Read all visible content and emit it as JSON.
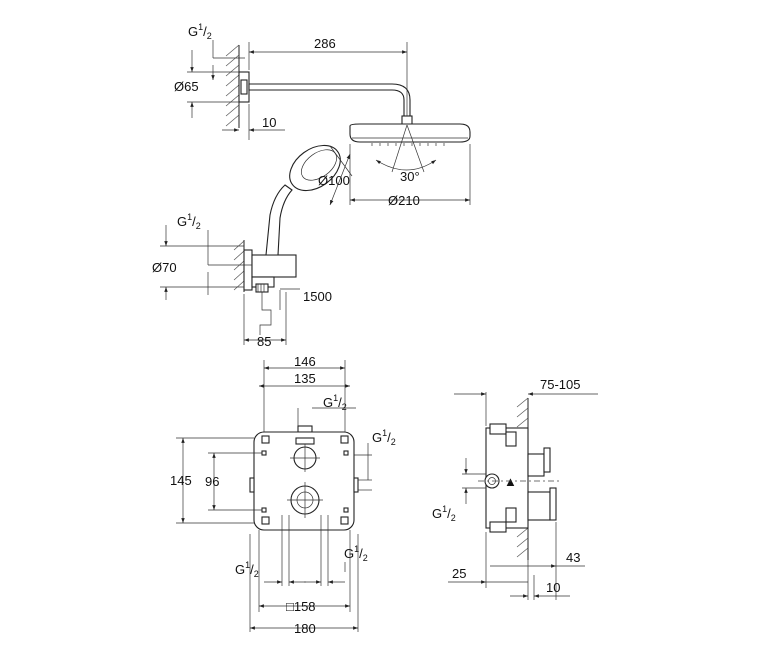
{
  "shower_head": {
    "inlet_thread": {
      "base": "G",
      "numerator": "1",
      "denominator": "2"
    },
    "flange_diameter": "Ø65",
    "arm_length": "286",
    "wall_offset": "10",
    "head_diameter": "Ø210",
    "tilt_angle": "30°"
  },
  "hand_shower": {
    "diameter": "Ø100",
    "elbow_thread": {
      "base": "G",
      "numerator": "1",
      "denominator": "2"
    },
    "elbow_diameter": "Ø70",
    "hose_length": "1500",
    "elbow_depth": "85"
  },
  "thermostat_front": {
    "width_inner": "146",
    "hole_spacing": "135",
    "height": "145",
    "center_spacing": "96",
    "outlet_thread_top": {
      "base": "G",
      "numerator": "1",
      "denominator": "2"
    },
    "outlet_thread_right": {
      "base": "G",
      "numerator": "1",
      "denominator": "2"
    },
    "inlet_thread_left": {
      "base": "G",
      "numerator": "1",
      "denominator": "2"
    },
    "inlet_thread_right": {
      "base": "G",
      "numerator": "1",
      "denominator": "2"
    },
    "plate_size": "□158",
    "plate_width": "180"
  },
  "thermostat_side": {
    "install_depth": "75-105",
    "thread": {
      "base": "G",
      "numerator": "1",
      "denominator": "2"
    },
    "box_depth": "25",
    "handle_depth": "43",
    "plate_depth": "10"
  }
}
